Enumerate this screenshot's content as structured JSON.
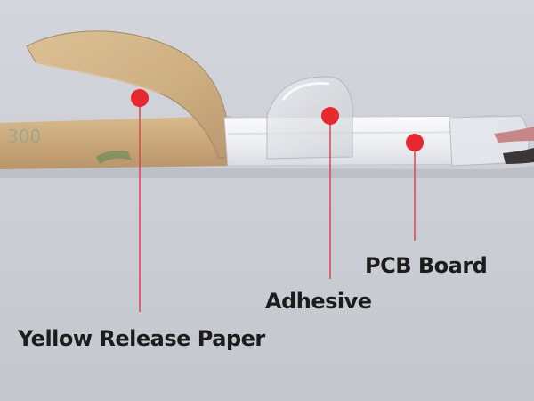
{
  "annotations": {
    "release_paper": "Yellow Release Paper",
    "adhesive": "Adhesive",
    "pcb_board": "PCB Board"
  },
  "colors": {
    "background": "#c9ccd3",
    "marker": "#e8282f",
    "leader_line": "#e0444a",
    "label_text": "#1c1c1c",
    "release_paper": "#c9a77a",
    "pcb": "#f2f3f5"
  }
}
